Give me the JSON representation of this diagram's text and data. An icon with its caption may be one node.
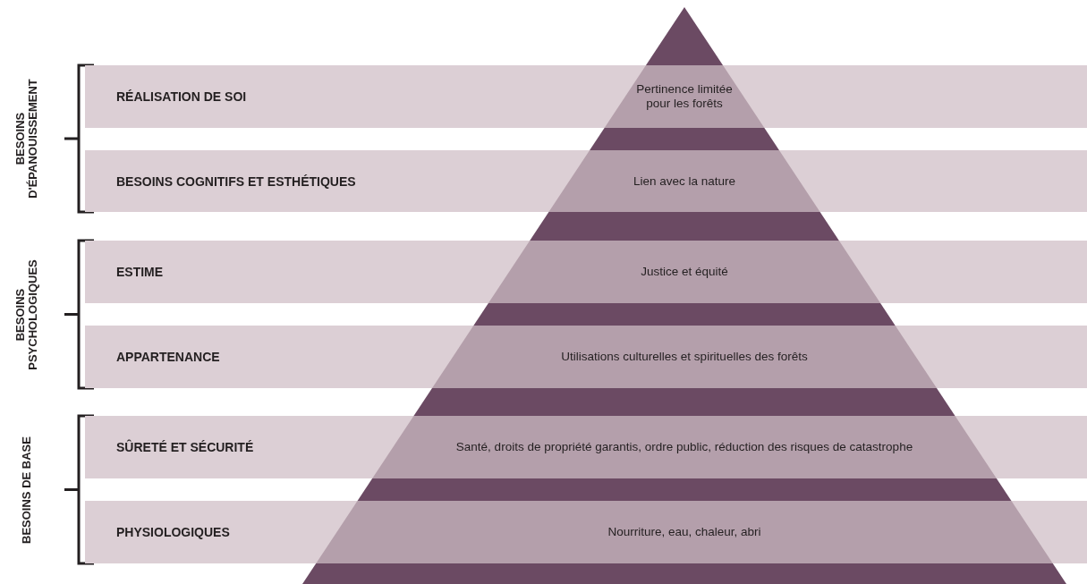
{
  "diagram": {
    "nodes": [
      {
        "text": [
          "RÉALISATION DE SOI",
          "Pertinence limitée pour les forêts"
        ]
      },
      {
        "text": [
          "BESOINS COGNITIFS ET ESTHÉTIQUES",
          "Lien avec la nature"
        ]
      },
      {
        "text": [
          "ESTIME",
          "Justice et équité"
        ]
      },
      {
        "text": [
          "APPARTENANCE",
          "Utilisations culturelles et spirituelles des forêts"
        ]
      },
      {
        "text": [
          "SÛRETÉ ET SÉCURITÉ",
          "Santé, droits de propriété garantis, ordre public, réduction des risques de catastrophe"
        ]
      },
      {
        "text": [
          "PHYSIOLOGIQUES",
          "Nourriture, eau, chaleur, abri"
        ]
      }
    ],
    "labels": [
      "BESOINS D'ÉPANOUISSEMENT",
      "BESOINS PSYCHOLOGIQUES",
      "BESOINS DE BASE"
    ]
  }
}
